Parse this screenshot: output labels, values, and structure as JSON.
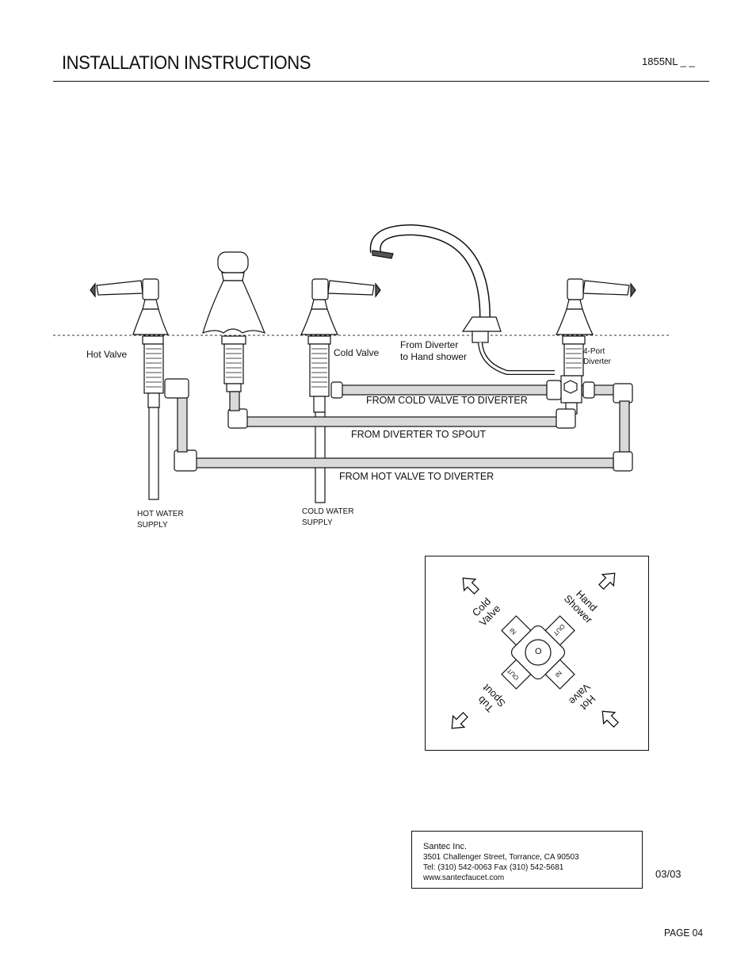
{
  "header": {
    "title": "INSTALLATION INSTRUCTIONS",
    "model": "1855NL _ _"
  },
  "diagram": {
    "labels": {
      "hot_valve": "Hot Valve",
      "cold_valve": "Cold Valve",
      "from_diverter_1": "From Diverter",
      "from_diverter_2": "to Hand shower",
      "diverter_1": "4-Port",
      "diverter_2": "Diverter",
      "hot_supply_1": "HOT WATER",
      "hot_supply_2": "SUPPLY",
      "cold_supply_1": "COLD WATER",
      "cold_supply_2": "SUPPLY"
    },
    "pipes": {
      "cold_to_diverter": "FROM COLD VALVE TO DIVERTER",
      "diverter_to_spout": "FROM DIVERTER TO SPOUT",
      "hot_to_diverter": "FROM HOT VALVE TO DIVERTER"
    }
  },
  "diverter_ports": {
    "cold_1": "Cold",
    "cold_2": "Valve",
    "hand_1": "Hand",
    "hand_2": "Shower",
    "tub_1": "Tub",
    "tub_2": "Spout",
    "hot_1": "Hot",
    "hot_2": "Valve",
    "port_in_1": "IN",
    "port_out_1": "OUT",
    "port_out_2": "OUT",
    "port_in_2": "IN",
    "center": "O"
  },
  "contact": {
    "company": "Santec Inc.",
    "address": "3501 Challenger Street, Torrance, CA 90503",
    "phone": "Tel: (310) 542-0063  Fax (310) 542-5681",
    "web": "www.santecfaucet.com"
  },
  "footer": {
    "date": "03/03",
    "page": "PAGE 04"
  }
}
